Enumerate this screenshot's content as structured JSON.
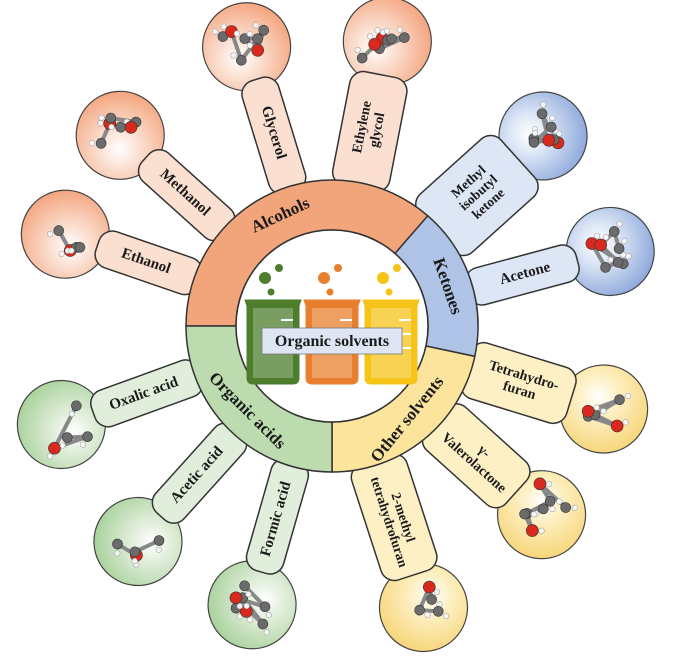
{
  "center": {
    "title": "Organic  solvents",
    "beaker_colors": [
      "#4e7d2c",
      "#e87f2e",
      "#f6c319"
    ]
  },
  "categories": [
    {
      "id": "alcohols",
      "name": "Alcohols",
      "fill": "#f2a57b",
      "spoke_fill": "#fbe0d2",
      "ball_fill": "#f4a57f",
      "items": [
        {
          "id": "ethanol",
          "lines": [
            "Ethanol"
          ]
        },
        {
          "id": "methanol",
          "lines": [
            "Methanol"
          ]
        },
        {
          "id": "glycerol",
          "lines": [
            "Glycerol"
          ]
        },
        {
          "id": "ethylene-glycol",
          "lines": [
            "Ethylene",
            "glycol"
          ]
        }
      ]
    },
    {
      "id": "ketones",
      "name": "Ketones",
      "fill": "#aec3e6",
      "spoke_fill": "#dce6f5",
      "ball_fill": "#8fa9dc",
      "items": [
        {
          "id": "methyl-isobutyl-ketone",
          "lines": [
            "Methyl",
            "isobutyl",
            "ketone"
          ]
        },
        {
          "id": "acetone",
          "lines": [
            "Acetone"
          ]
        }
      ]
    },
    {
      "id": "other-solvents",
      "name": "Other solvents",
      "fill": "#fce49c",
      "spoke_fill": "#fdf0c4",
      "ball_fill": "#f7d67a",
      "items": [
        {
          "id": "tetrahydrofuran",
          "lines": [
            "Tetrahydro-",
            "furan"
          ]
        },
        {
          "id": "gamma-valerolactone",
          "lines": [
            "γ-",
            "Valerolactone"
          ]
        },
        {
          "id": "2-methyltetrahydrofuran",
          "lines": [
            "2-methyl",
            "tetrahydrofuran"
          ]
        }
      ]
    },
    {
      "id": "organic-acids",
      "name": "Organic acids",
      "fill": "#bcdcb0",
      "spoke_fill": "#e1eedb",
      "ball_fill": "#a9d29c",
      "items": [
        {
          "id": "formic-acid",
          "lines": [
            "Formic acid"
          ]
        },
        {
          "id": "acetic-acid",
          "lines": [
            "Acetic acid"
          ]
        },
        {
          "id": "oxalic-acid",
          "lines": [
            "Oxalic acid"
          ]
        }
      ]
    }
  ]
}
